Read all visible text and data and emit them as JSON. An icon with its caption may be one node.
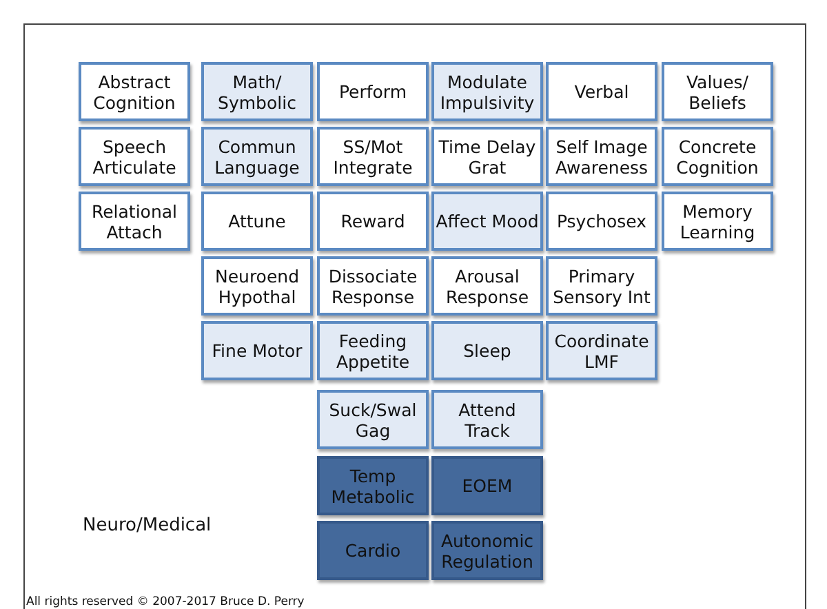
{
  "diagram": {
    "nodes": [
      {
        "text": [
          "Abstract Cognition"
        ]
      },
      {
        "text": [
          "Math/ Symbolic"
        ]
      },
      {
        "text": [
          "Perform"
        ]
      },
      {
        "text": [
          "Modulate Impulsivity"
        ]
      },
      {
        "text": [
          "Verbal"
        ]
      },
      {
        "text": [
          "Values/ Beliefs"
        ]
      },
      {
        "text": [
          "Speech Articulate"
        ]
      },
      {
        "text": [
          "Commun Language"
        ]
      },
      {
        "text": [
          "SS/Mot Integrate"
        ]
      },
      {
        "text": [
          "Time Delay Grat"
        ]
      },
      {
        "text": [
          "Self Image Awareness"
        ]
      },
      {
        "text": [
          "Concrete Cognition"
        ]
      },
      {
        "text": [
          "Relational Attach"
        ]
      },
      {
        "text": [
          "Attune"
        ]
      },
      {
        "text": [
          "Reward"
        ]
      },
      {
        "text": [
          "Affect Mood"
        ]
      },
      {
        "text": [
          "Psychosex"
        ]
      },
      {
        "text": [
          "Memory Learning"
        ]
      },
      {
        "text": [
          "Neuroend Hypothal"
        ]
      },
      {
        "text": [
          "Dissociate Response"
        ]
      },
      {
        "text": [
          "Arousal Response"
        ]
      },
      {
        "text": [
          "Primary Sensory Int"
        ]
      },
      {
        "text": [
          "Fine Motor"
        ]
      },
      {
        "text": [
          "Feeding Appetite"
        ]
      },
      {
        "text": [
          "Sleep"
        ]
      },
      {
        "text": [
          "Coordinate LMF"
        ]
      },
      {
        "text": [
          "Suck/Swal Gag"
        ]
      },
      {
        "text": [
          "Attend Track"
        ]
      },
      {
        "text": [
          "Temp Metabolic"
        ]
      },
      {
        "text": [
          "EOEM"
        ]
      },
      {
        "text": [
          "Cardio"
        ]
      },
      {
        "text": [
          "Autonomic Regulation"
        ]
      }
    ],
    "labels": [
      "Neuro/Medical",
      "All rights reserved © 2007-2017 Bruce D. Perry"
    ]
  }
}
